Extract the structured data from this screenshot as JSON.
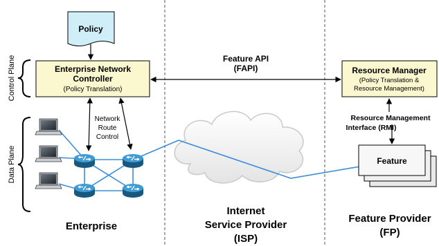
{
  "diagram": {
    "planes": {
      "control": "Control Plane",
      "data": "Data Plane"
    },
    "policy": "Policy",
    "enc": {
      "title_1": "Enterprise Network",
      "title_2": "Controller",
      "subtitle": "(Policy Translation)"
    },
    "feature_api": {
      "line_1": "Feature API",
      "line_2": "(FAPI)"
    },
    "resource_manager": {
      "title": "Resource Manager",
      "sub_1": "(Policy Translation &",
      "sub_2": "Resource Management)"
    },
    "network_route_control": [
      "Network",
      "Route",
      "Control"
    ],
    "rmi": {
      "line_1": "Resource Management",
      "line_2": "Interface (RMI)"
    },
    "feature": "Feature",
    "sections": {
      "enterprise": "Enterprise",
      "isp": [
        "Internet",
        "Service Provider",
        "(ISP)"
      ],
      "fp": [
        "Feature Provider",
        "(FP)"
      ]
    },
    "colors": {
      "box_fill": "#fbf8cf",
      "link_blue": "#3a8ddc",
      "router_blue": "#2a7fb8",
      "dashed": "#555555",
      "policy_fill": "#cfeef8"
    }
  }
}
